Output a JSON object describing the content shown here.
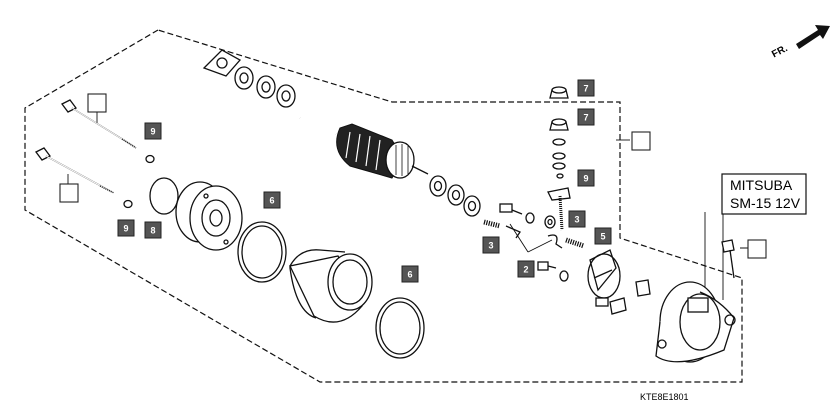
{
  "diagram": {
    "callout": {
      "line1": "MITSUBA",
      "line2": "SM-15  12V"
    },
    "drawing_code": "KTE8E1801",
    "direction_label": "FR.",
    "part_labels": [
      {
        "id": "lbl-9a",
        "text": "9",
        "style": "dark"
      },
      {
        "id": "lbl-9b",
        "text": "9",
        "style": "dark"
      },
      {
        "id": "lbl-8",
        "text": "8",
        "style": "dark"
      },
      {
        "id": "lbl-6a",
        "text": "6",
        "style": "dark"
      },
      {
        "id": "lbl-6b",
        "text": "6",
        "style": "dark"
      },
      {
        "id": "lbl-3a",
        "text": "3",
        "style": "dark"
      },
      {
        "id": "lbl-3b",
        "text": "3",
        "style": "dark"
      },
      {
        "id": "lbl-2",
        "text": "2",
        "style": "dark"
      },
      {
        "id": "lbl-5",
        "text": "5",
        "style": "dark"
      },
      {
        "id": "lbl-7a",
        "text": "7",
        "style": "dark"
      },
      {
        "id": "lbl-7b",
        "text": "7",
        "style": "dark"
      },
      {
        "id": "lbl-9c",
        "text": "9",
        "style": "dark"
      }
    ]
  }
}
